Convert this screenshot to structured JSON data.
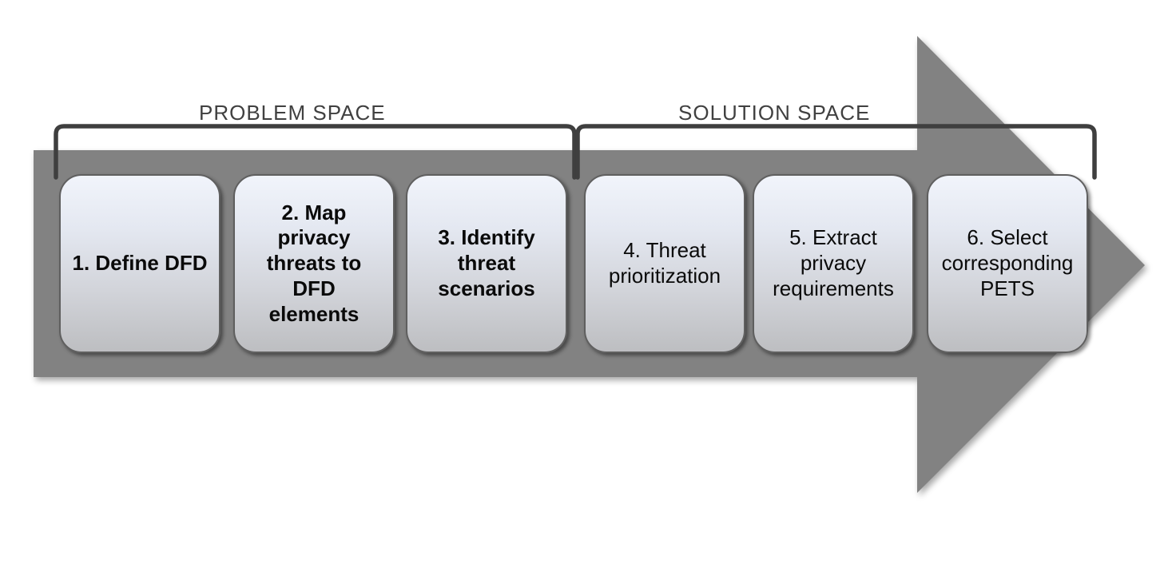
{
  "diagram": {
    "problem_space_label": "PROBLEM SPACE",
    "solution_space_label": "SOLUTION SPACE",
    "steps": [
      {
        "label": "1. Define DFD",
        "emphasis": "bold",
        "space": "problem"
      },
      {
        "label": "2. Map\nprivacy\nthreats to\nDFD\nelements",
        "emphasis": "bold",
        "space": "problem"
      },
      {
        "label": "3. Identify\nthreat\nscenarios",
        "emphasis": "bold",
        "space": "problem"
      },
      {
        "label": "4. Threat\nprioritization",
        "emphasis": "regular",
        "space": "solution"
      },
      {
        "label": "5. Extract\nprivacy\nrequirements",
        "emphasis": "regular",
        "space": "solution"
      },
      {
        "label": "6. Select\ncorresponding\nPETS",
        "emphasis": "regular",
        "space": "solution"
      }
    ],
    "colors": {
      "arrow_fill": "#828282",
      "bracket_stroke": "#3f3f3f",
      "space_label_text": "#404040",
      "step_text": "#0a0a0a",
      "step_gradient_top": "#f1f4fb",
      "step_gradient_bottom": "#bdbec1"
    }
  }
}
